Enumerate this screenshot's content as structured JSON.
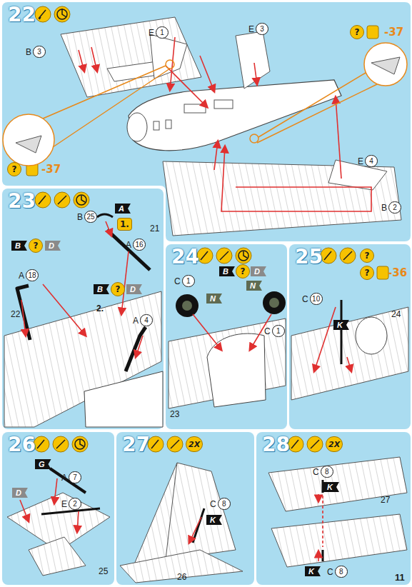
{
  "diagram": {
    "nodes": [
      {
        "text": [
          "22"
        ]
      },
      {
        "text": [
          "B",
          "3"
        ],
        "in": 0
      },
      {
        "text": [
          "E",
          "1"
        ],
        "in": 0
      },
      {
        "text": [
          "E",
          "3"
        ],
        "in": 0
      },
      {
        "text": [
          "E",
          "4"
        ],
        "in": 0
      },
      {
        "text": [
          "B",
          "2"
        ],
        "in": 0
      },
      {
        "text": [
          "?"
        ],
        "in": 0
      },
      {
        "text": [
          "?"
        ],
        "in": 0
      },
      {
        "text": [
          "23"
        ]
      },
      {
        "text": [
          "B",
          "25"
        ],
        "in": 8
      },
      {
        "text": [
          "A"
        ],
        "in": 8
      },
      {
        "text": [
          "1."
        ],
        "in": 8
      },
      {
        "text": [
          "A",
          "16"
        ],
        "in": 8
      },
      {
        "text": [
          "B"
        ],
        "in": 8
      },
      {
        "text": [
          "?"
        ],
        "in": 8
      },
      {
        "text": [
          "D"
        ],
        "in": 8
      },
      {
        "text": [
          "A",
          "18"
        ],
        "in": 8
      },
      {
        "text": [
          "B"
        ],
        "in": 8
      },
      {
        "text": [
          "?"
        ],
        "in": 8
      },
      {
        "text": [
          "D"
        ],
        "in": 8
      },
      {
        "text": [
          "A",
          "4"
        ],
        "in": 8
      },
      {
        "text": [
          "24"
        ]
      },
      {
        "text": [
          "C",
          "1"
        ],
        "in": 21
      },
      {
        "text": [
          "N"
        ],
        "in": 21
      },
      {
        "text": [
          "B"
        ],
        "in": 21
      },
      {
        "text": [
          "?"
        ],
        "in": 21
      },
      {
        "text": [
          "D"
        ],
        "in": 21
      },
      {
        "text": [
          "N"
        ],
        "in": 21
      },
      {
        "text": [
          "C",
          "1"
        ],
        "in": 21
      },
      {
        "text": [
          "25"
        ]
      },
      {
        "text": [
          "?"
        ],
        "in": 29
      },
      {
        "text": [
          "?"
        ],
        "in": 29
      },
      {
        "text": [
          "C",
          "10"
        ],
        "in": 29
      },
      {
        "text": [
          "K"
        ],
        "in": 29
      },
      {
        "text": [
          "26"
        ]
      },
      {
        "text": [
          "G"
        ],
        "in": 34
      },
      {
        "text": [
          "A",
          "7"
        ],
        "in": 34
      },
      {
        "text": [
          "D"
        ],
        "in": 34
      },
      {
        "text": [
          "E",
          "2"
        ],
        "in": 34
      },
      {
        "text": [
          "27"
        ]
      },
      {
        "text": [
          "2X"
        ],
        "in": 39
      },
      {
        "text": [
          "C",
          "8"
        ],
        "in": 39
      },
      {
        "text": [
          "K"
        ],
        "in": 39
      },
      {
        "text": [
          "28"
        ]
      },
      {
        "text": [
          "2X"
        ],
        "in": 43
      },
      {
        "text": [
          "C",
          "8"
        ],
        "in": 43
      },
      {
        "text": [
          "K"
        ],
        "in": 43
      },
      {
        "text": [
          "K"
        ],
        "in": 43
      },
      {
        "text": [
          "C",
          "8"
        ],
        "in": 43
      }
    ],
    "labels": [
      "21",
      "-37",
      "-37",
      "2.",
      "22",
      "23",
      "-36",
      "24",
      "25",
      "26",
      "27",
      "11"
    ]
  }
}
